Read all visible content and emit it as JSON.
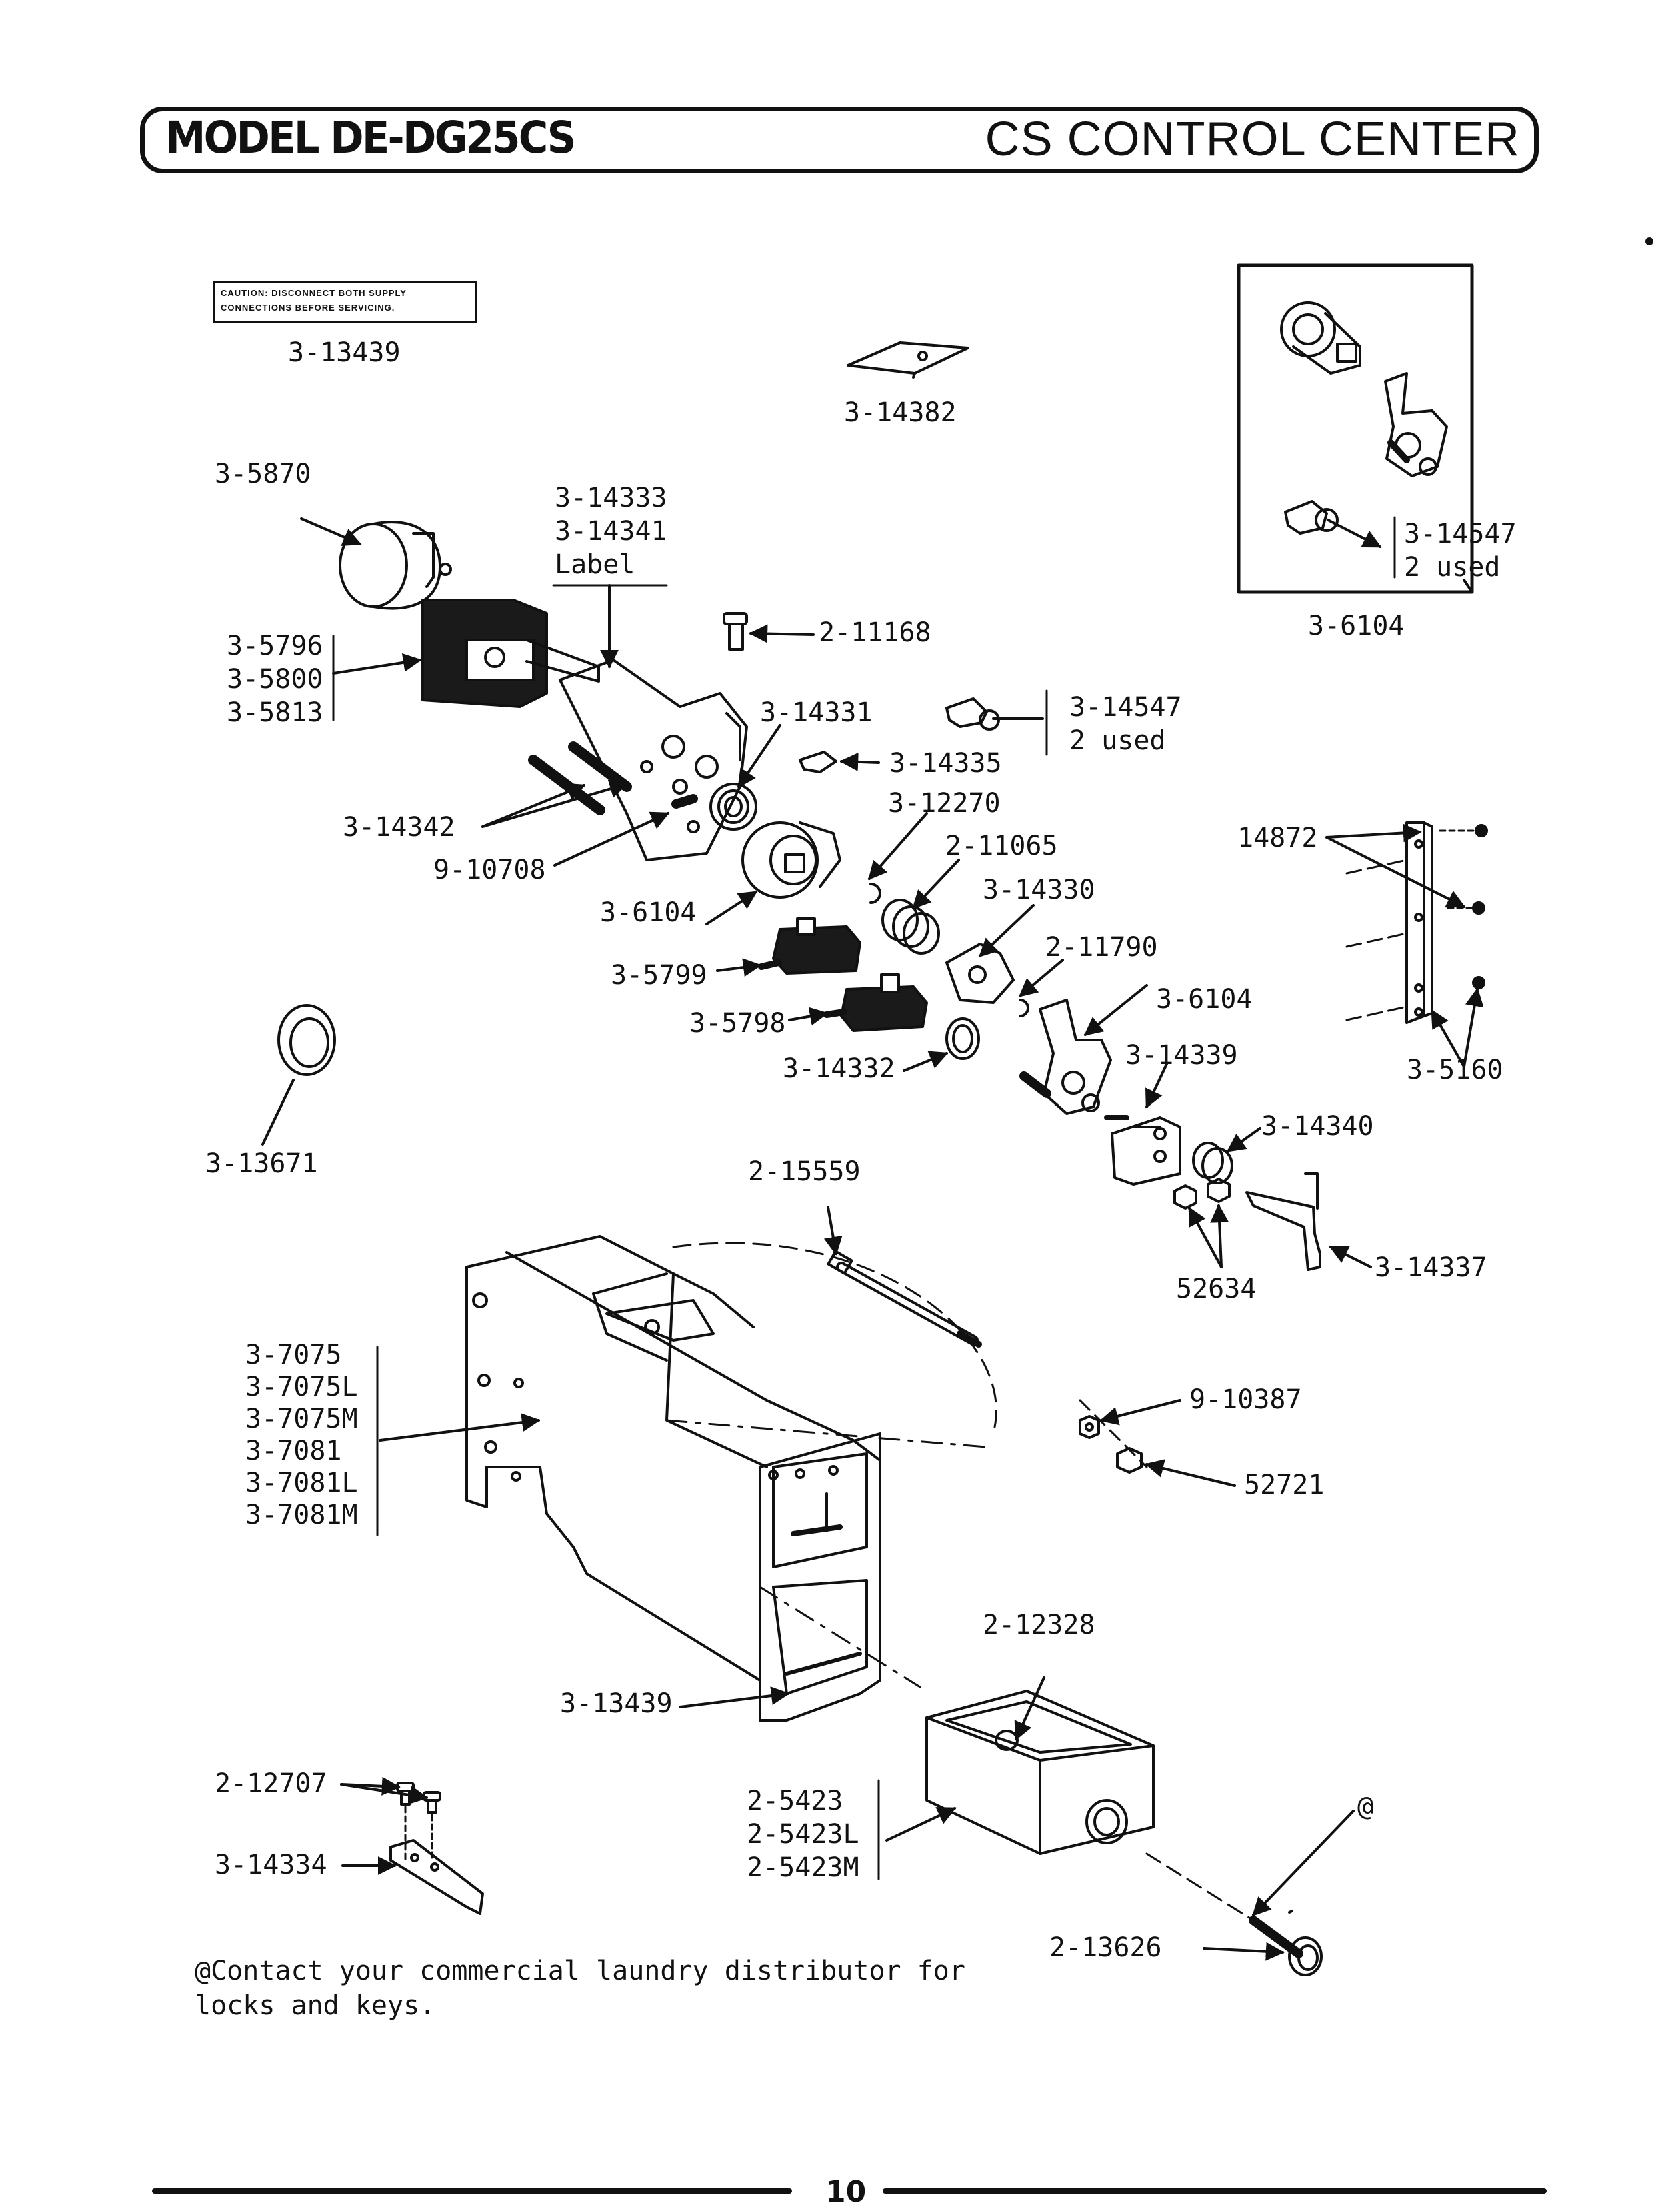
{
  "header": {
    "model": "MODEL DE-DG25CS",
    "title": "CS CONTROL CENTER"
  },
  "caution_label": {
    "line1": "CAUTION:  DISCONNECT  BOTH  SUPPLY",
    "line2": "CONNECTIONS BEFORE SERVICING."
  },
  "parts": {
    "p_3_13439_top": "3-13439",
    "p_3_14382": "3-14382",
    "p_3_5870": "3-5870",
    "p_3_14333_group": "3-14333\n3-14341\nLabel",
    "p_2_11168": "2-11168",
    "p_3_5796_group": "3-5796\n3-5800\n3-5813",
    "p_3_14331": "3-14331",
    "p_3_14547_mid": "3-14547\n2 used",
    "p_3_14335": "3-14335",
    "p_3_12270": "3-12270",
    "p_3_14342": "3-14342",
    "p_9_10708": "9-10708",
    "p_2_11065": "2-11065",
    "p_3_14330": "3-14330",
    "p_3_6104_mid": "3-6104",
    "p_3_5799": "3-5799",
    "p_2_11790": "2-11790",
    "p_3_6104_right": "3-6104",
    "p_3_5798": "3-5798",
    "p_3_14339": "3-14339",
    "p_3_14332": "3-14332",
    "p_3_14340": "3-14340",
    "p_3_13671": "3-13671",
    "p_2_15559": "2-15559",
    "p_3_14337": "3-14337",
    "p_52634": "52634",
    "p_14872": "14872",
    "p_3_5160": "3-5160",
    "p_3_14547_inset": "3-14547\n2 used",
    "p_3_6104_inset": "3-6104",
    "p_3_7075_group": "3-7075\n3-7075L\n3-7075M\n3-7081\n3-7081L\n3-7081M",
    "p_9_10387": "9-10387",
    "p_52721": "52721",
    "p_2_12328": "2-12328",
    "p_3_13439_bottom": "3-13439",
    "p_2_12707": "2-12707",
    "p_3_14334": "3-14334",
    "p_2_5423_group": "2-5423\n2-5423L\n2-5423M",
    "p_at_symbol": "@",
    "p_2_13626": "2-13626"
  },
  "footnote": "@Contact your commercial laundry distributor for\nlocks and keys.",
  "page_number": "10"
}
